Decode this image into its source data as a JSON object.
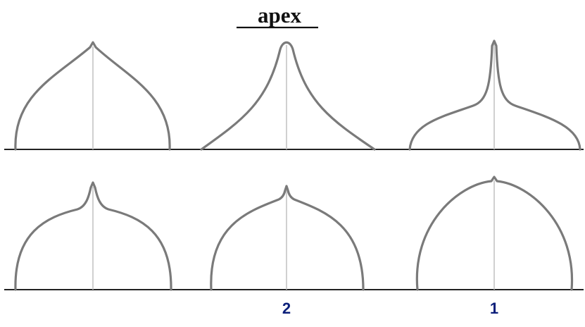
{
  "title": "apex",
  "labels": [
    "2",
    "1"
  ],
  "colors": {
    "outline": "#7a7a7a",
    "axis": "#c4c4c4",
    "baseline": "#222222",
    "label": "#0b1f7a",
    "title": "#111111"
  },
  "shapes": [
    {
      "row": 1,
      "col": 1,
      "apex_type": "pointed-rounded"
    },
    {
      "row": 1,
      "col": 2,
      "apex_type": "acuminate-concave"
    },
    {
      "row": 1,
      "col": 3,
      "apex_type": "cuspidate-spike"
    },
    {
      "row": 2,
      "col": 1,
      "apex_type": "mucronate-onion"
    },
    {
      "row": 2,
      "col": 2,
      "apex_type": "onion-small-tip",
      "label": "2"
    },
    {
      "row": 2,
      "col": 3,
      "apex_type": "rounded-tiny-tip",
      "label": "1"
    }
  ]
}
